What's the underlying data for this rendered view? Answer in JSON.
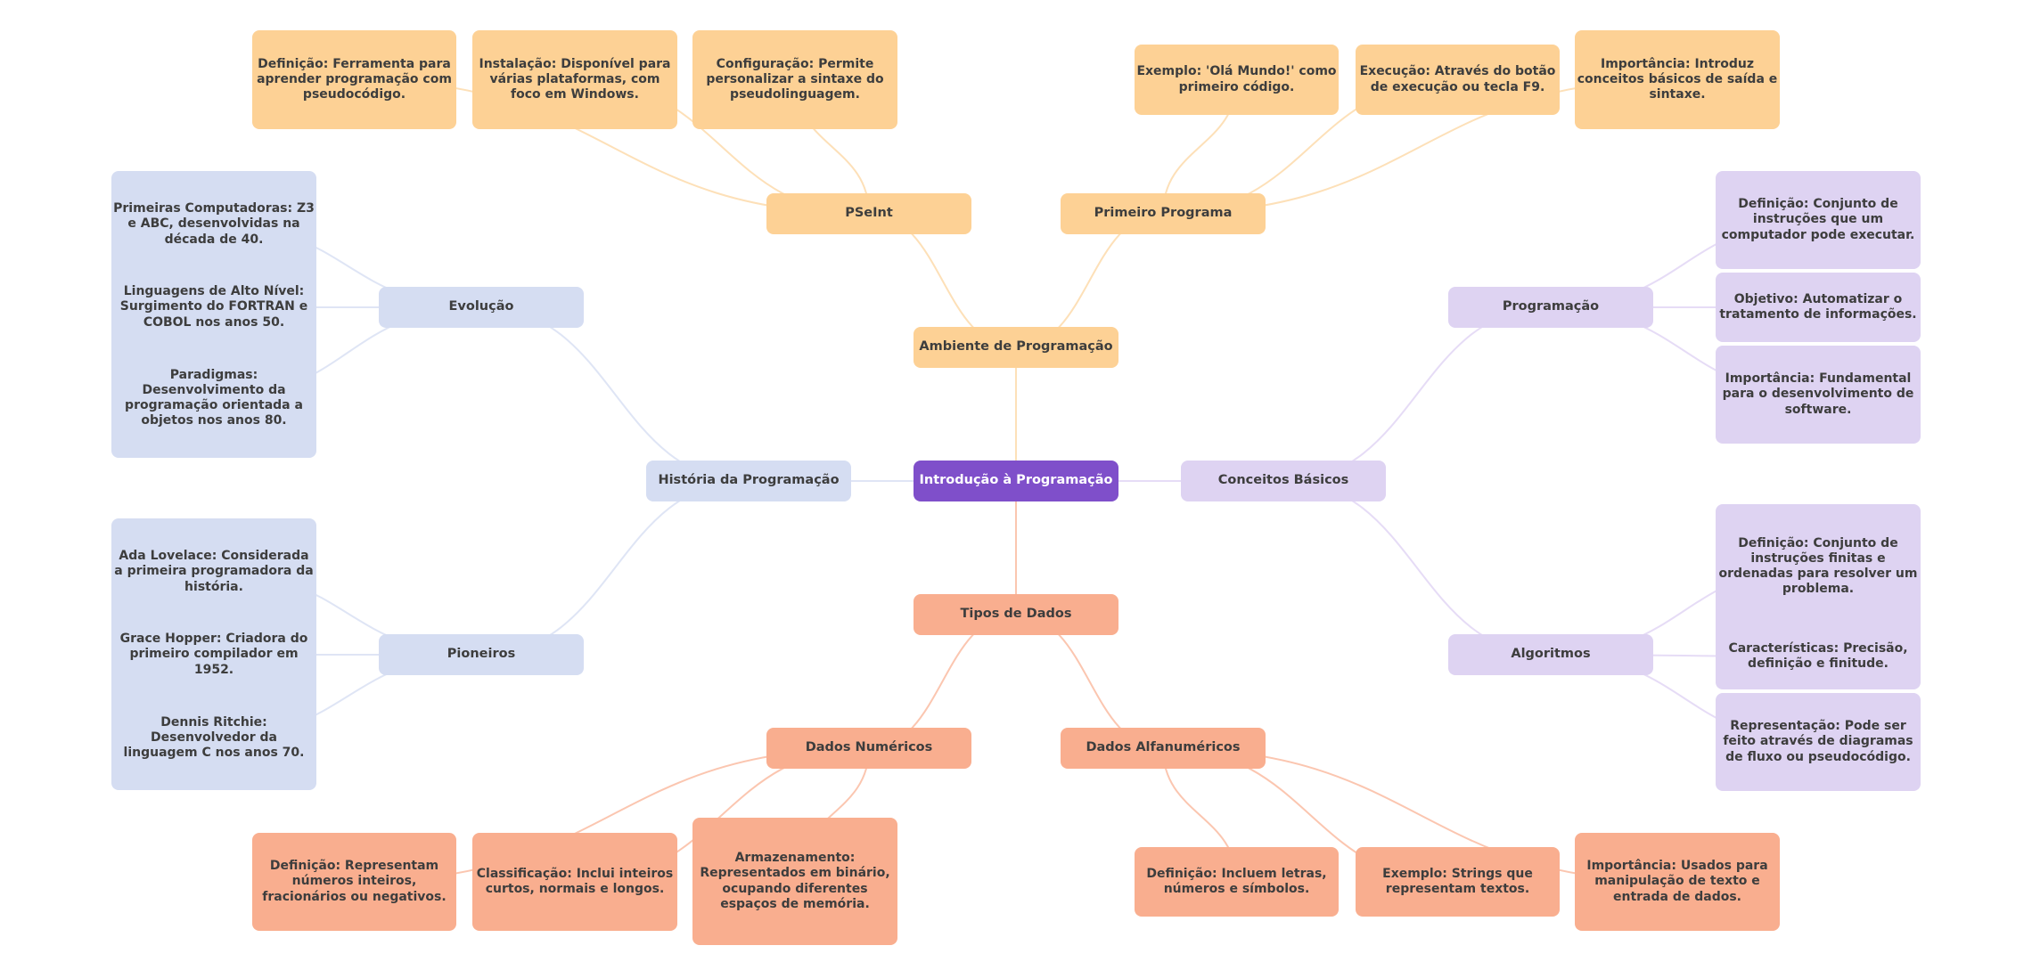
{
  "diagram": {
    "type": "mind-map",
    "colors": {
      "root": "#7f4fca",
      "ambiente": "#fdd195",
      "historia": "#d5ddf2",
      "conceitos": "#ded3f2",
      "tipos": "#f9ae8f",
      "edge_ambiente": "#fde0b8",
      "edge_historia": "#dfe5f5",
      "edge_conceitos": "#e6dcf6",
      "edge_tipos": "#fbc6b0",
      "text_dark": "#3d3d3d",
      "text_light": "#ffffff"
    },
    "root": {
      "label": "Introdução à Programação"
    },
    "branches": {
      "ambiente": {
        "label": "Ambiente de Programação",
        "children": [
          {
            "label": "PSeInt",
            "children": [
              "Definição: Ferramenta para aprender programação com pseudocódigo.",
              "Instalação: Disponível para várias plataformas, com foco em Windows.",
              "Configuração: Permite personalizar a sintaxe do pseudolinguagem."
            ]
          },
          {
            "label": "Primeiro Programa",
            "children": [
              "Exemplo: 'Olá Mundo!' como primeiro código.",
              "Execução: Através do botão de execução ou tecla F9.",
              "Importância: Introduz conceitos básicos de saída e sintaxe."
            ]
          }
        ]
      },
      "historia": {
        "label": "História da Programação",
        "children": [
          {
            "label": "Evolução",
            "children": [
              "Primeiras Computadoras: Z3 e ABC, desenvolvidas na década de 40.",
              "Linguagens de Alto Nível: Surgimento do FORTRAN e COBOL nos anos 50.",
              "Paradigmas: Desenvolvimento da programação orientada a objetos nos anos 80."
            ]
          },
          {
            "label": "Pioneiros",
            "children": [
              "Ada Lovelace: Considerada a primeira programadora da história.",
              "Grace Hopper: Criadora do primeiro compilador em 1952.",
              "Dennis Ritchie: Desenvolvedor da linguagem C nos anos 70."
            ]
          }
        ]
      },
      "conceitos": {
        "label": "Conceitos Básicos",
        "children": [
          {
            "label": "Programação",
            "children": [
              "Definição: Conjunto de instruções que um computador pode executar.",
              "Objetivo: Automatizar o tratamento de informações.",
              "Importância: Fundamental para o desenvolvimento de software."
            ]
          },
          {
            "label": "Algoritmos",
            "children": [
              "Definição: Conjunto de instruções finitas e ordenadas para resolver um problema.",
              "Características: Precisão, definição e finitude.",
              "Representação: Pode ser feito através de diagramas de fluxo ou pseudocódigo."
            ]
          }
        ]
      },
      "tipos": {
        "label": "Tipos de Dados",
        "children": [
          {
            "label": "Dados Numéricos",
            "children": [
              "Definição: Representam números inteiros, fracionários ou negativos.",
              "Classificação: Inclui inteiros curtos, normais e longos.",
              "Armazenamento: Representados em binário, ocupando diferentes espaços de memória."
            ]
          },
          {
            "label": "Dados Alfanuméricos",
            "children": [
              "Definição: Incluem letras, números e símbolos.",
              "Exemplo: Strings que representam textos.",
              "Importância: Usados para manipulação de texto e entrada de dados."
            ]
          }
        ]
      }
    }
  }
}
